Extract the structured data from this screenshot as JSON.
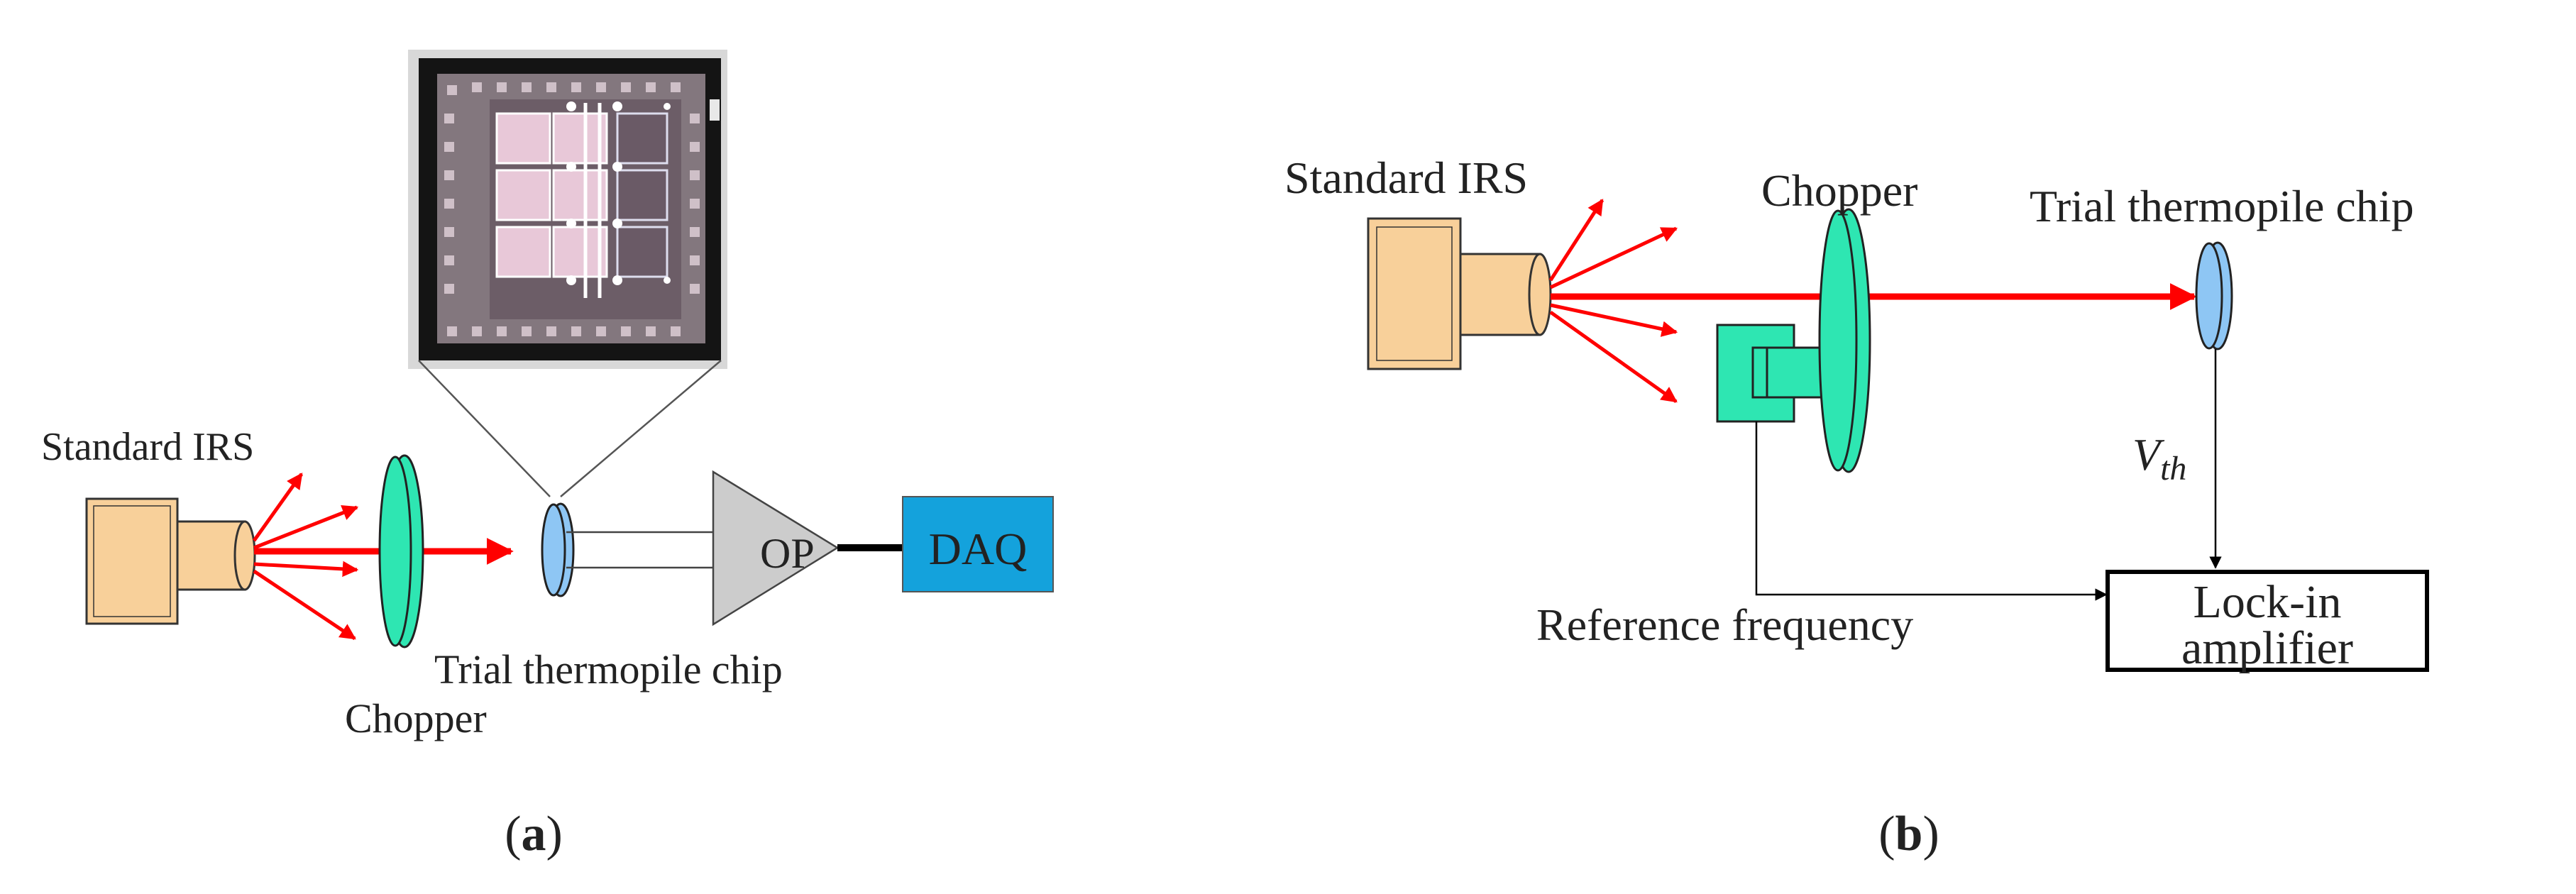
{
  "panel_a": {
    "source_label": "Standard IRS",
    "chopper_label": "Chopper",
    "chip_label": "Trial thermopile chip",
    "amp_label": "OP",
    "daq_label": "DAQ",
    "caption_paren_open": "(",
    "caption_letter": "a",
    "caption_paren_close": ")"
  },
  "panel_b": {
    "source_label": "Standard IRS",
    "chopper_label": "Chopper",
    "chip_label": "Trial thermopile chip",
    "voltage_var": "V",
    "voltage_sub": "th",
    "lockin_line1": "Lock-in",
    "lockin_line2": "amplifier",
    "ref_label": "Reference frequency",
    "caption_paren_open": "(",
    "caption_letter": "b",
    "caption_paren_close": ")"
  },
  "colors": {
    "beam": "#ff0000",
    "source_body": "#f8d09a",
    "chopper": "#2ee6b2",
    "chip": "#8ec6f4",
    "daq": "#14a2dc",
    "amp": "#cccccc",
    "die_substrate": "#7a6470"
  },
  "icons": [
    "ir-source-icon",
    "chopper-icon",
    "thermopile-chip-icon",
    "op-amp-icon",
    "chip-micrograph"
  ]
}
